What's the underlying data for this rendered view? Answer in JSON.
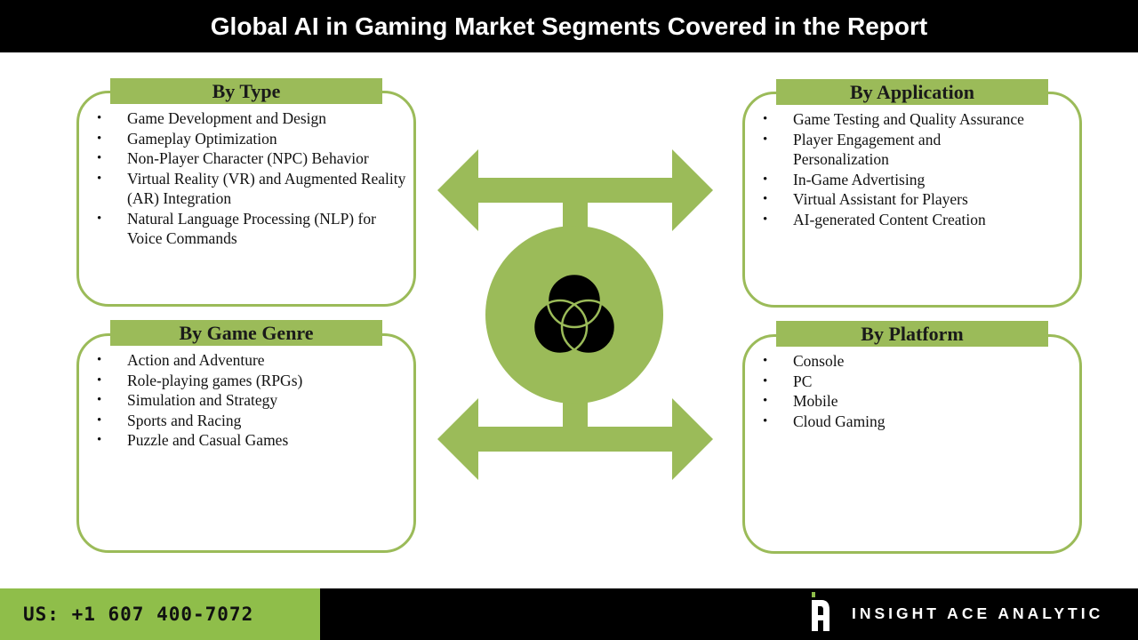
{
  "title": "Global AI in Gaming Market Segments Covered in the Report",
  "colors": {
    "accent": "#9bbb59",
    "header_bg": "#000000",
    "footer_green": "#8fbe4a"
  },
  "segments": {
    "type": {
      "label": "By Type",
      "items": [
        "Game Development and Design",
        "Gameplay Optimization",
        "Non-Player Character (NPC) Behavior",
        "Virtual Reality (VR) and Augmented Reality (AR) Integration",
        "Natural Language Processing (NLP) for Voice Commands"
      ]
    },
    "application": {
      "label": "By Application",
      "items": [
        "Game Testing and Quality Assurance",
        "Player Engagement and Personalization",
        "In-Game Advertising",
        "Virtual Assistant for Players",
        "AI-generated Content Creation"
      ]
    },
    "game_genre": {
      "label": "By Game Genre",
      "items": [
        "Action and Adventure",
        "Role-playing games (RPGs)",
        "Simulation and Strategy",
        "Sports and Racing",
        "Puzzle and Casual Games"
      ]
    },
    "platform": {
      "label": "By Platform",
      "items": [
        "Console",
        "PC",
        "Mobile",
        "Cloud Gaming"
      ]
    }
  },
  "center_icon": "venn-diagram-icon",
  "footer": {
    "phone": "US: +1 607 400-7072",
    "brand": "INSIGHT ACE ANALYTIC",
    "logo_icon": "insight-ace-logo-icon"
  }
}
